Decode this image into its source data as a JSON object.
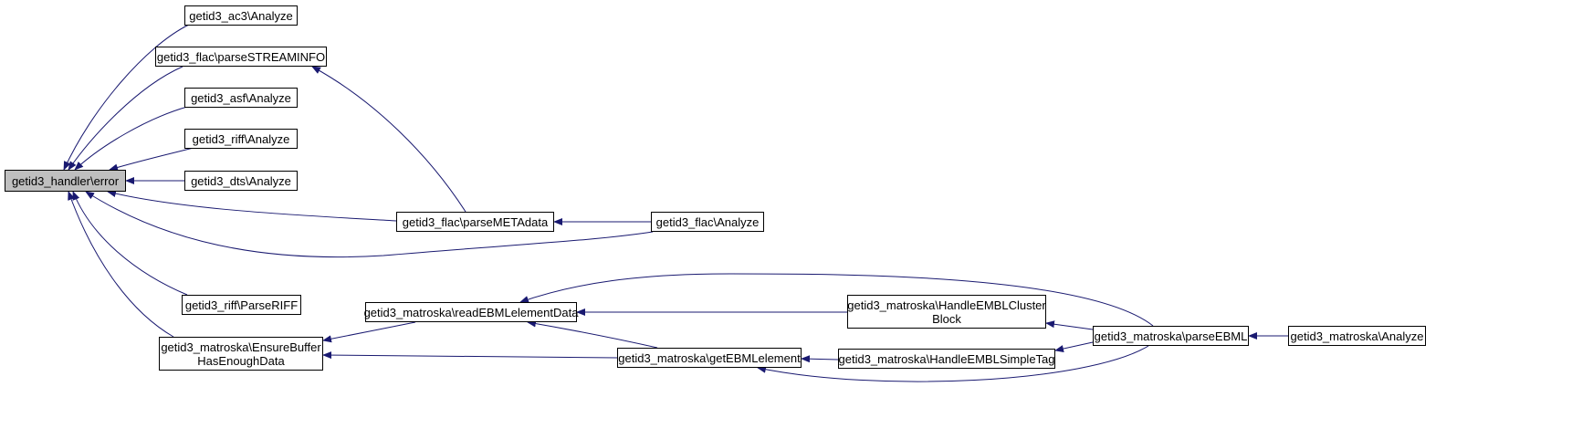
{
  "diagram": {
    "type": "call-graph",
    "edge_color": "#191970",
    "root_fill": "#bfbfbf",
    "nodes": [
      {
        "id": "root",
        "lines": [
          "getid3_handler\\error"
        ]
      },
      {
        "id": "ac3",
        "lines": [
          "getid3_ac3\\Analyze"
        ]
      },
      {
        "id": "flacsi",
        "lines": [
          "getid3_flac\\parseSTREAMINFO"
        ]
      },
      {
        "id": "asf",
        "lines": [
          "getid3_asf\\Analyze"
        ]
      },
      {
        "id": "riffan",
        "lines": [
          "getid3_riff\\Analyze"
        ]
      },
      {
        "id": "dts",
        "lines": [
          "getid3_dts\\Analyze"
        ]
      },
      {
        "id": "flacmeta",
        "lines": [
          "getid3_flac\\parseMETAdata"
        ]
      },
      {
        "id": "flacan",
        "lines": [
          "getid3_flac\\Analyze"
        ]
      },
      {
        "id": "riffparse",
        "lines": [
          "getid3_riff\\ParseRIFF"
        ]
      },
      {
        "id": "mkensure",
        "lines": [
          "getid3_matroska\\EnsureBuffer",
          "HasEnoughData"
        ]
      },
      {
        "id": "mkread",
        "lines": [
          "getid3_matroska\\readEBMLelementData"
        ]
      },
      {
        "id": "mkget",
        "lines": [
          "getid3_matroska\\getEBMLelement"
        ]
      },
      {
        "id": "mkcluster",
        "lines": [
          "getid3_matroska\\HandleEMBLCluster",
          "Block"
        ]
      },
      {
        "id": "mksimple",
        "lines": [
          "getid3_matroska\\HandleEMBLSimpleTag"
        ]
      },
      {
        "id": "mkparse",
        "lines": [
          "getid3_matroska\\parseEBML"
        ]
      },
      {
        "id": "mkan",
        "lines": [
          "getid3_matroska\\Analyze"
        ]
      }
    ],
    "edges": [
      {
        "from": "ac3",
        "to": "root"
      },
      {
        "from": "flacsi",
        "to": "root"
      },
      {
        "from": "asf",
        "to": "root"
      },
      {
        "from": "riffan",
        "to": "root"
      },
      {
        "from": "dts",
        "to": "root"
      },
      {
        "from": "flacmeta",
        "to": "root"
      },
      {
        "from": "flacan",
        "to": "root"
      },
      {
        "from": "riffparse",
        "to": "root"
      },
      {
        "from": "mkensure",
        "to": "root"
      },
      {
        "from": "flacmeta",
        "to": "flacsi"
      },
      {
        "from": "flacan",
        "to": "flacmeta"
      },
      {
        "from": "mkread",
        "to": "mkensure"
      },
      {
        "from": "mkget",
        "to": "mkensure"
      },
      {
        "from": "mkcluster",
        "to": "mkread"
      },
      {
        "from": "mkget",
        "to": "mkread"
      },
      {
        "from": "mkparse",
        "to": "mkread"
      },
      {
        "from": "mksimple",
        "to": "mkget"
      },
      {
        "from": "mkparse",
        "to": "mkget"
      },
      {
        "from": "mkparse",
        "to": "mkcluster"
      },
      {
        "from": "mkparse",
        "to": "mksimple"
      },
      {
        "from": "mkan",
        "to": "mkparse"
      }
    ]
  }
}
